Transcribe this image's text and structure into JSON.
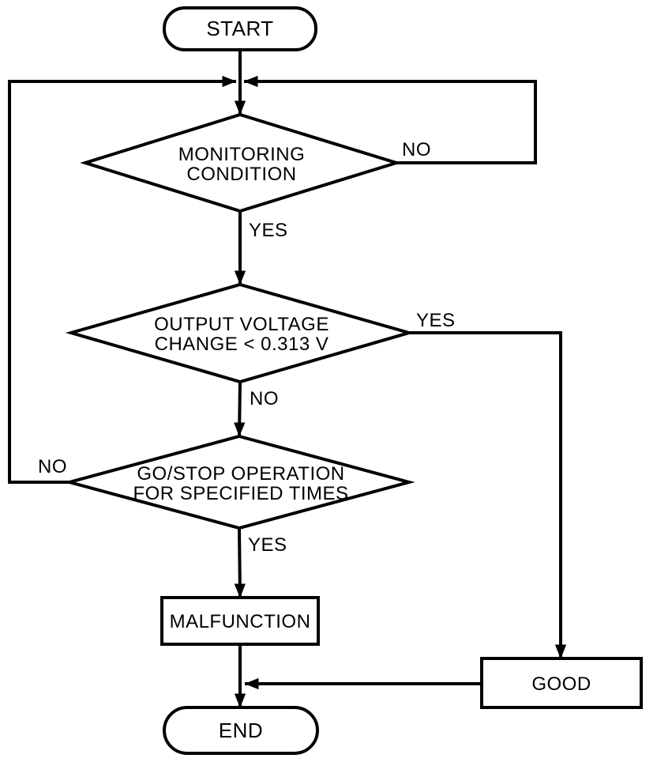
{
  "diagram": {
    "background_color": "#ffffff",
    "stroke_color": "#000000",
    "nodes": {
      "start": {
        "type": "terminator",
        "label": "START"
      },
      "monitoring_condition": {
        "type": "decision",
        "label_line1": "MONITORING",
        "label_line2": "CONDITION"
      },
      "output_voltage": {
        "type": "decision",
        "label_line1": "OUTPUT VOLTAGE",
        "label_line2": "CHANGE < 0.313 V"
      },
      "go_stop": {
        "type": "decision",
        "label_line1": "GO/STOP OPERATION",
        "label_line2": "FOR SPECIFIED TIMES"
      },
      "malfunction": {
        "type": "process",
        "label": "MALFUNCTION"
      },
      "good": {
        "type": "process",
        "label": "GOOD"
      },
      "end": {
        "type": "terminator",
        "label": "END"
      }
    },
    "edge_labels": {
      "monitoring_no": "NO",
      "monitoring_yes": "YES",
      "voltage_yes": "YES",
      "voltage_no": "NO",
      "go_stop_no": "NO",
      "go_stop_yes": "YES"
    }
  }
}
